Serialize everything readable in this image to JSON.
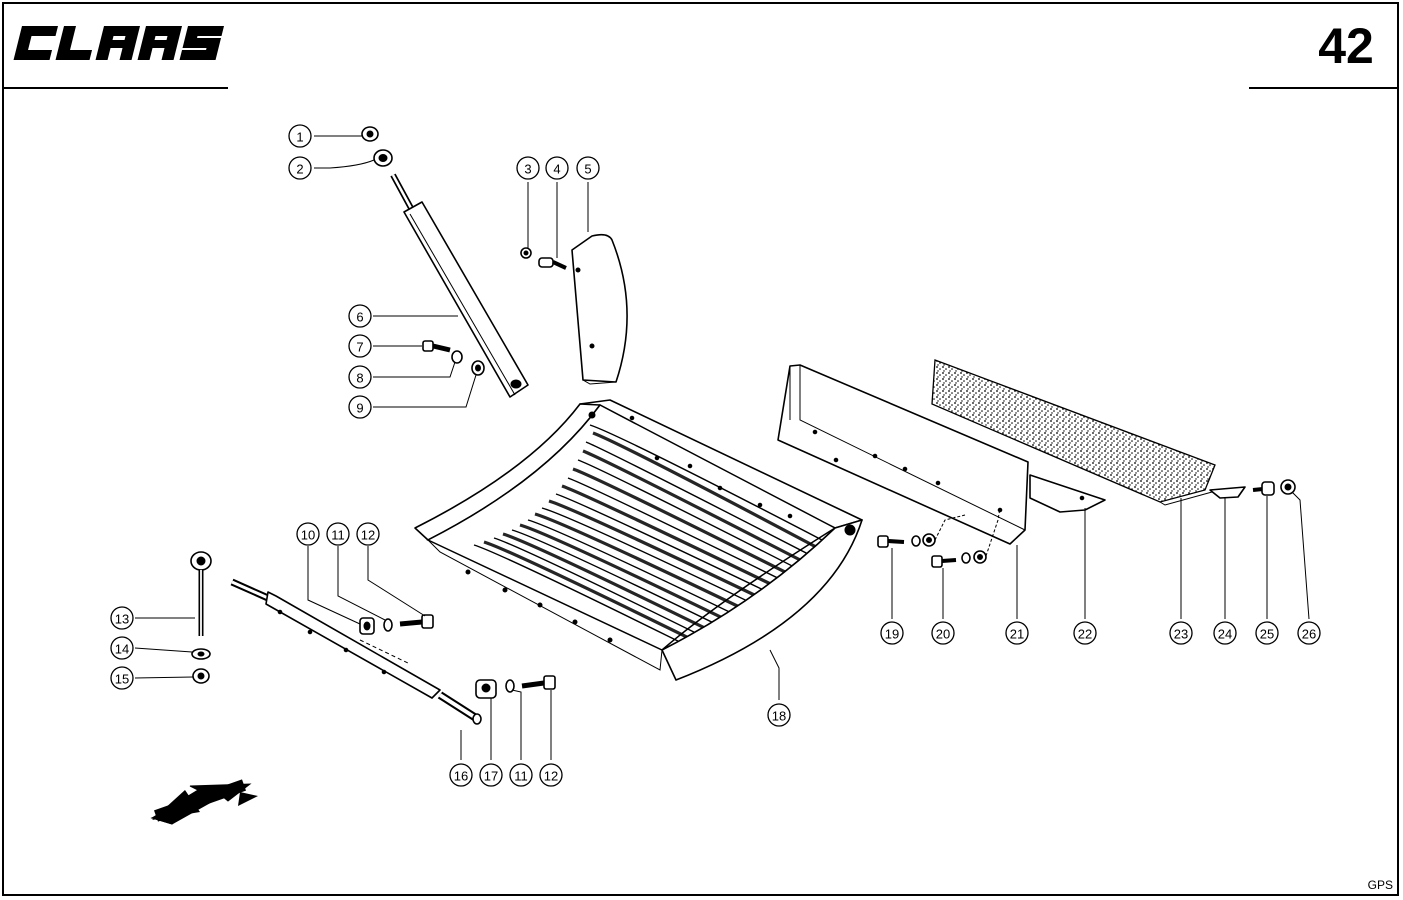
{
  "header": {
    "brand_name": "CLAAS",
    "page_number": "42"
  },
  "footer": {
    "code": "GPS"
  },
  "callouts": [
    "1",
    "2",
    "3",
    "4",
    "5",
    "6",
    "7",
    "8",
    "9",
    "10",
    "11",
    "12",
    "13",
    "14",
    "15",
    "16",
    "17",
    "11",
    "12",
    "18",
    "19",
    "20",
    "21",
    "22",
    "23",
    "24",
    "25",
    "26"
  ],
  "icons": {
    "direction_arrow": "direction-arrow-icon"
  }
}
